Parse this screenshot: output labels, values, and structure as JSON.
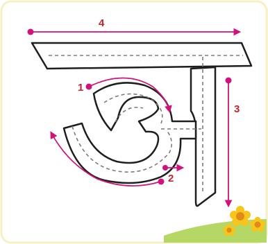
{
  "steps": [
    {
      "number": "1"
    },
    {
      "number": "2"
    },
    {
      "number": "3"
    },
    {
      "number": "4"
    }
  ],
  "colors": {
    "background": "#ffffff",
    "frame": "#f7f0c4",
    "letter_stroke": "#1e1e1e",
    "letter_fill": "#ffffff",
    "guide_dash": "#7b7b7b",
    "arrow": "#d2127a",
    "step_number": "#c0262c",
    "grass": "#b5d766",
    "flower": "#f7c51c",
    "flower_center": "#e08b18"
  },
  "icons": {
    "letter": "devanagari-letter-a-outline",
    "decoration": "yellow-flowers-on-grass"
  }
}
